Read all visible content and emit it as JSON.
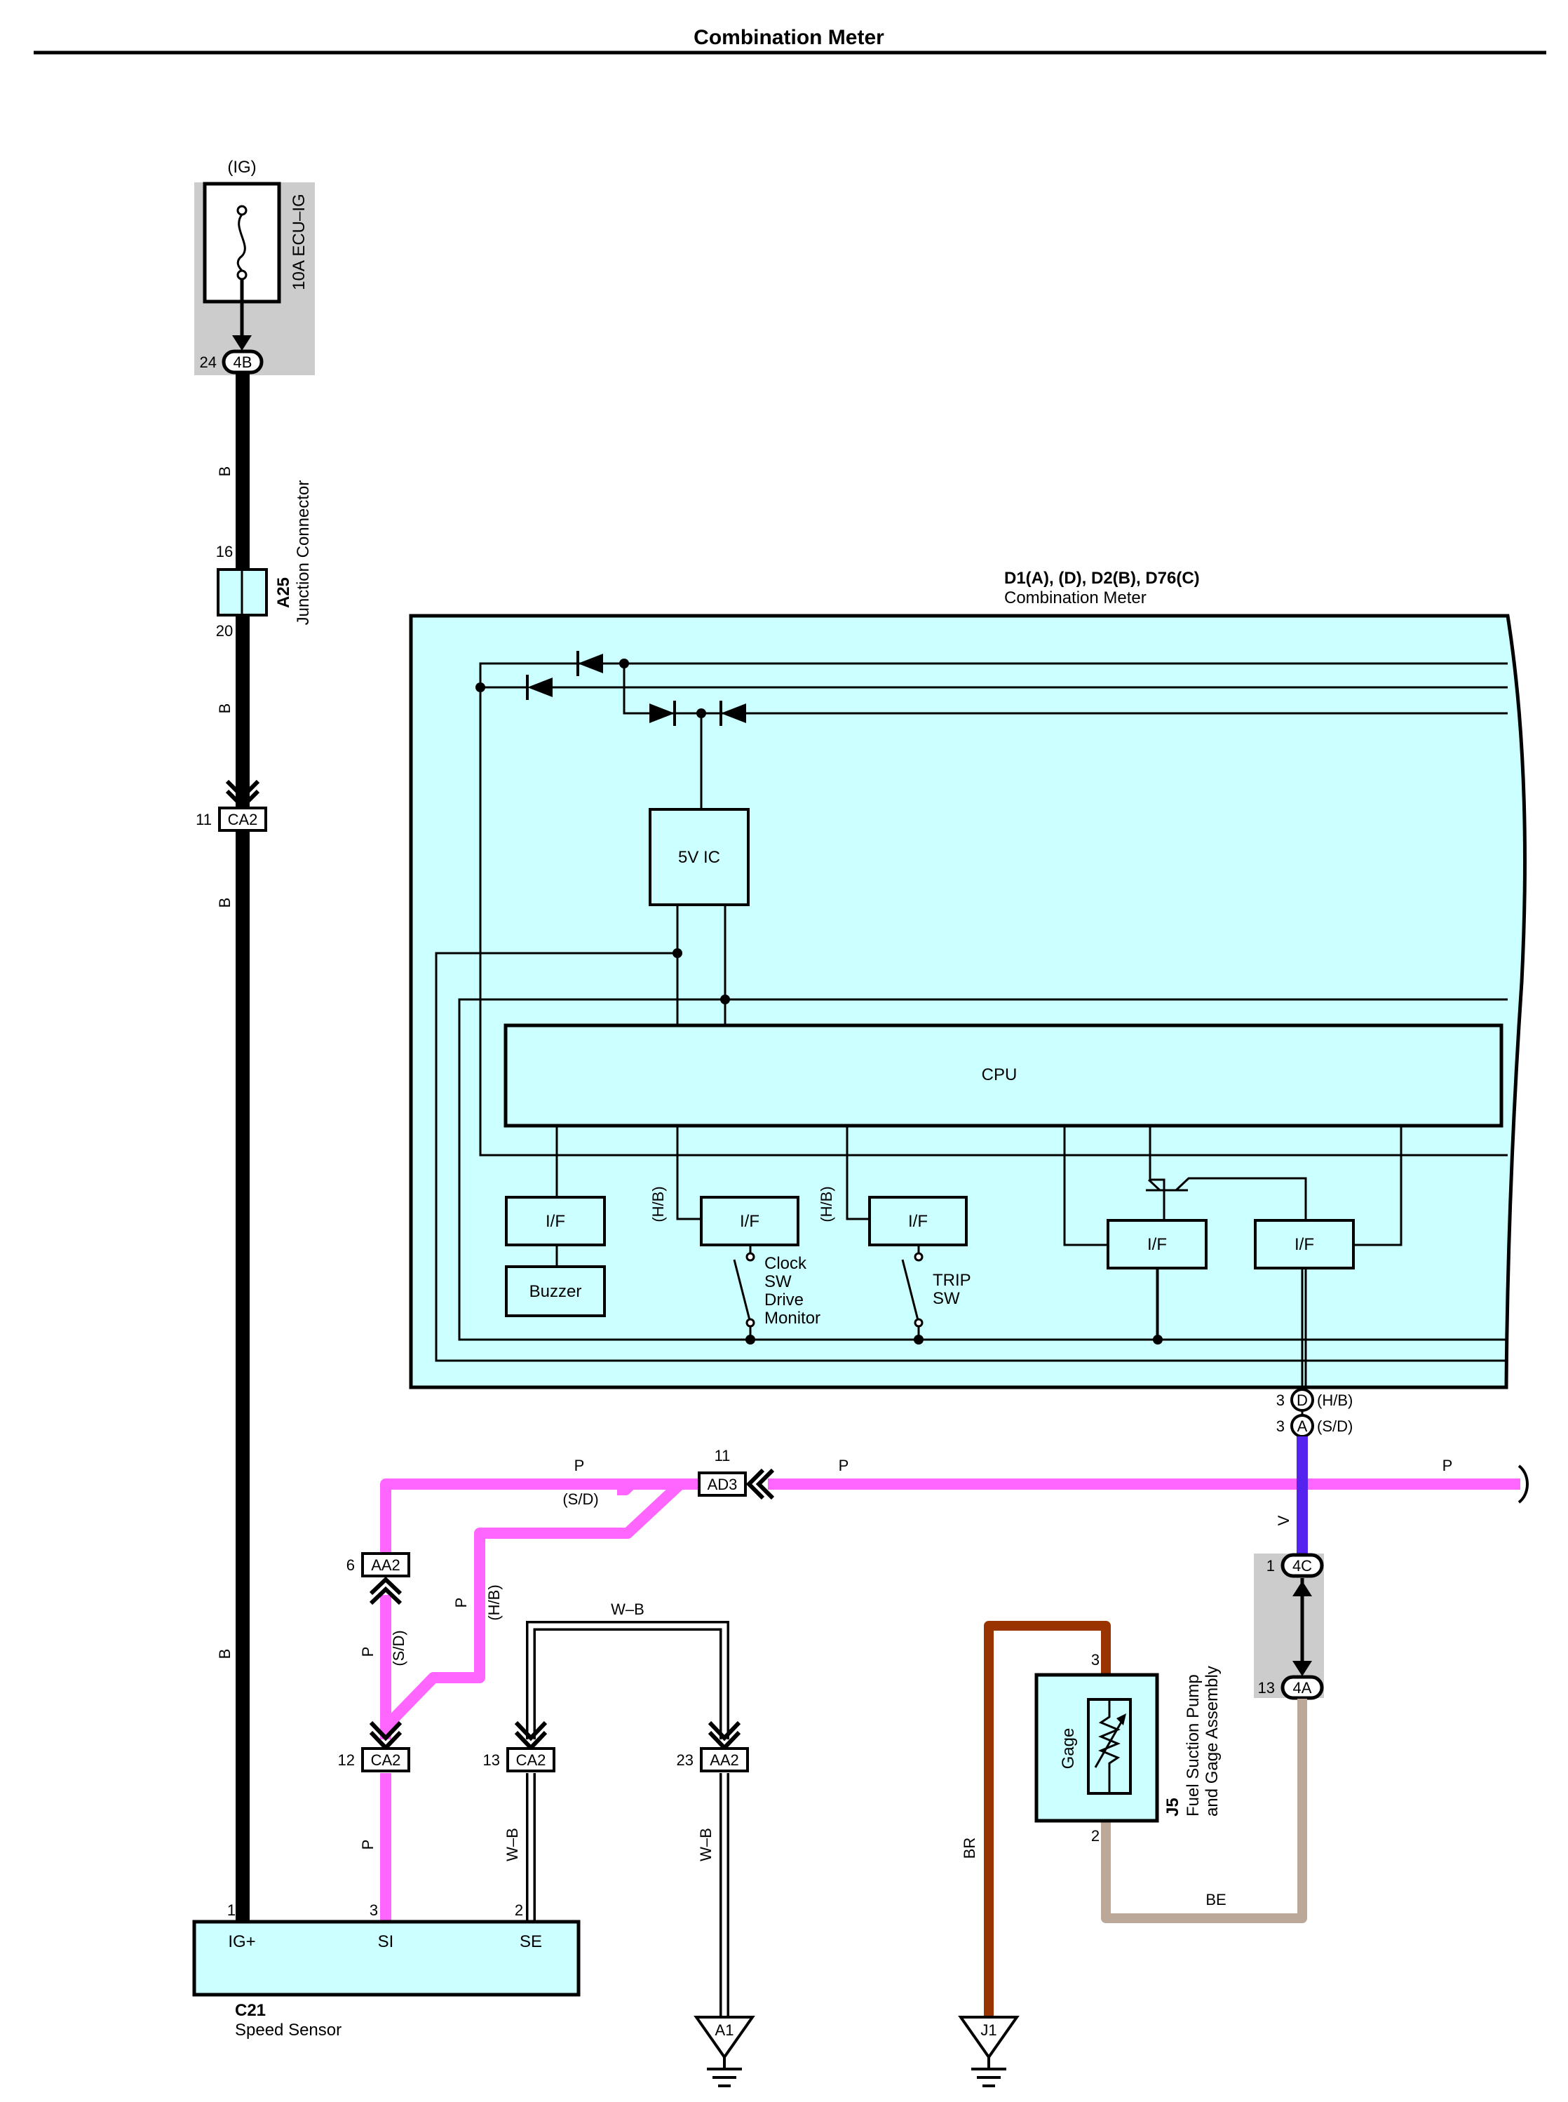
{
  "title": "Combination Meter",
  "fuse": {
    "source": "(IG)",
    "name": "10A ECU–IG",
    "pin": "24",
    "connector": "4B"
  },
  "junction_connector": {
    "code": "A25",
    "name": "Junction Connector",
    "pin_top": "16",
    "pin_bottom": "20"
  },
  "combination_meter": {
    "code": "D1(A), (D), D2(B), D76(C)",
    "name": "Combination Meter",
    "ic": "5V IC",
    "cpu": "CPU",
    "interface": "I/F",
    "buzzer": "Buzzer",
    "clock_sw": [
      "Clock",
      "SW",
      "Drive",
      "Monitor"
    ],
    "trip_sw": [
      "TRIP",
      "SW"
    ],
    "variant_hb": "(H/B)",
    "variant_sd": "(S/D)",
    "out_pin_d": "3",
    "out_conn_d": "D",
    "out_pin_a": "3",
    "out_conn_a": "A"
  },
  "connectors": {
    "ca2_top": {
      "pin": "11",
      "name": "CA2"
    },
    "ad3": {
      "pin": "11",
      "name": "AD3"
    },
    "aa2_left": {
      "pin": "6",
      "name": "AA2"
    },
    "ca2_si": {
      "pin": "12",
      "name": "CA2"
    },
    "ca2_se": {
      "pin": "13",
      "name": "CA2"
    },
    "aa2_right": {
      "pin": "23",
      "name": "AA2"
    },
    "c4": {
      "pin": "1",
      "name": "4C"
    },
    "a4": {
      "pin": "13",
      "name": "4A"
    }
  },
  "wire_colors": {
    "b": "B",
    "p": "P",
    "wb": "W–B",
    "v": "V",
    "br": "BR",
    "be": "BE"
  },
  "speed_sensor": {
    "code": "C21",
    "name": "Speed Sensor",
    "pin1": "1",
    "pin1_label": "IG+",
    "pin3": "3",
    "pin3_label": "SI",
    "pin2": "2",
    "pin2_label": "SE"
  },
  "fuel_pump": {
    "code": "J5",
    "name_line1": "Fuel Suction Pump",
    "name_line2": "and Gage Assembly",
    "gage": "Gage",
    "pin_top": "3",
    "pin_bottom": "2"
  },
  "grounds": {
    "a1": "A1",
    "j1": "J1"
  },
  "colors": {
    "black": "#000000",
    "pink": "#ff66ff",
    "violet": "#5522ee",
    "brown": "#993300",
    "beige": "#bba898",
    "cyan_fill": "#ccffff",
    "gray_fill": "#cccccc"
  }
}
